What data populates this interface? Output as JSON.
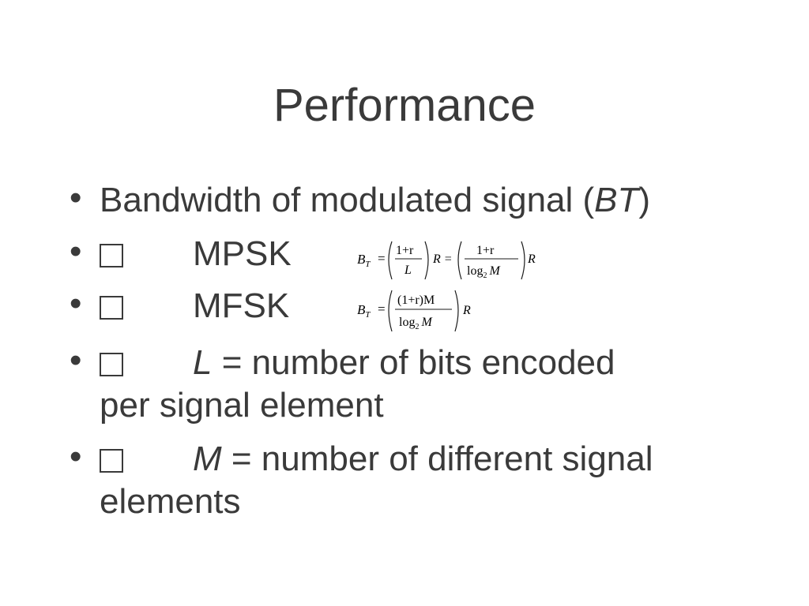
{
  "slide": {
    "title": "Performance",
    "bullet_glyph": "•",
    "box_icon": "empty-square-icon",
    "items": [
      {
        "text_before": "Bandwidth of modulated signal (",
        "italic": "BT",
        "text_after": ")"
      },
      {
        "label": "MPSK"
      },
      {
        "label": "MFSK"
      },
      {
        "var": "L",
        "rest_line1": " = number of bits encoded",
        "line2": "per signal element"
      },
      {
        "var": "M",
        "rest_line1": " = number of different signal",
        "line2": "elements"
      }
    ],
    "formulas": {
      "mpsk": {
        "lhs": "B",
        "lhs_sub": "T",
        "num1": "1+r",
        "den1": "L",
        "mid": "R =",
        "num2": "1+r",
        "den2_log": "log",
        "den2_sub": "2",
        "den2_var": "M",
        "tail": "R"
      },
      "mfsk": {
        "lhs": "B",
        "lhs_sub": "T",
        "num": "(1+r)M",
        "den_log": "log",
        "den_sub": "2",
        "den_var": "M",
        "tail": "R"
      }
    }
  }
}
